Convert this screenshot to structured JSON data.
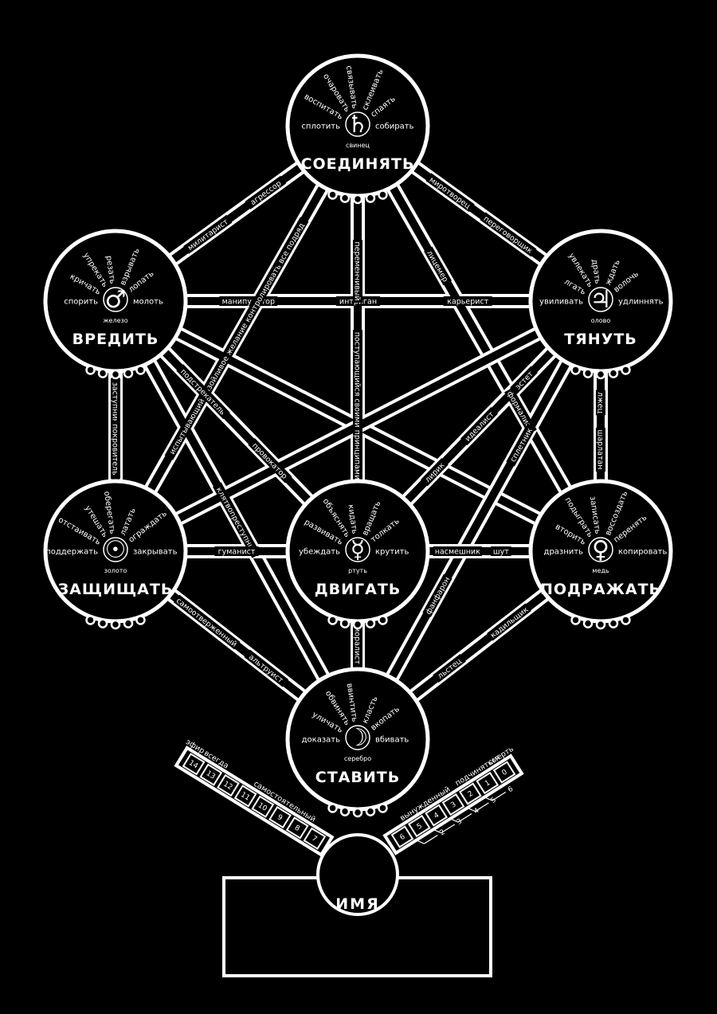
{
  "colors": {
    "background": "#000000",
    "line": "#ffffff",
    "text": "#ffffff"
  },
  "nodes": [
    {
      "id": "top",
      "title": "СОЕДИНЯТЬ",
      "metal": "свинец",
      "symbol": "♄",
      "verbs": [
        "сплотить",
        "воспитать",
        "очаровать",
        "связывать",
        "склеивать",
        "спаять",
        "собирать"
      ]
    },
    {
      "id": "left",
      "title": "ВРЕДИТЬ",
      "metal": "железо",
      "symbol": "♂",
      "verbs": [
        "спорить",
        "кричать",
        "упрекать",
        "резать",
        "взрывать",
        "лопать",
        "молоть"
      ]
    },
    {
      "id": "right",
      "title": "ТЯНУТЬ",
      "metal": "олово",
      "symbol": "♃",
      "verbs": [
        "увиливать",
        "лгать",
        "увлекать",
        "драть",
        "ждать",
        "волочь",
        "удлиннять"
      ]
    },
    {
      "id": "center",
      "title": "ДВИГАТЬ",
      "metal": "ртуть",
      "symbol": "☿",
      "verbs": [
        "убеждать",
        "развивать",
        "объяснять",
        "кидать",
        "вращать",
        "толкать",
        "крутить"
      ]
    },
    {
      "id": "lowleft",
      "title": "ЗАЩИЩАТЬ",
      "metal": "золото",
      "symbol": "☉",
      "verbs": [
        "поддержать",
        "отстаивать",
        "утешать",
        "оберегать",
        "латать",
        "ограждать",
        "закрывать"
      ]
    },
    {
      "id": "lowright",
      "title": "ПОДРАЖАТЬ",
      "metal": "медь",
      "symbol": "♀",
      "verbs": [
        "дразнить",
        "вторить",
        "подыграть",
        "записать",
        "воссоздать",
        "перенять",
        "копировать"
      ]
    },
    {
      "id": "bottom",
      "title": "СТАВИТЬ",
      "metal": "серебро",
      "symbol": "☽",
      "verbs": [
        "доказать",
        "уличать",
        "обвинять",
        "ввинтить",
        "класть",
        "вкопать",
        "вбивать"
      ]
    }
  ],
  "edges": [
    {
      "from": "top",
      "to": "left",
      "labels": [
        "агрессор",
        "милитарист"
      ]
    },
    {
      "from": "top",
      "to": "right",
      "labels": [
        "миротворец",
        "переговорщик"
      ]
    },
    {
      "from": "left",
      "to": "right",
      "labels": [
        "манипулятор",
        "интриган",
        "карьерист"
      ]
    },
    {
      "from": "top",
      "to": "center",
      "labels": [
        "переменчивый",
        "поступающийся своими принципами"
      ]
    },
    {
      "from": "top",
      "to": "lowleft",
      "labels": [
        "испытывающий назойливое желание контролировать все подряд"
      ]
    },
    {
      "from": "top",
      "to": "lowright",
      "labels": [
        "лицемер",
        "формалист"
      ]
    },
    {
      "from": "top",
      "to": "bottom",
      "labels": []
    },
    {
      "from": "left",
      "to": "lowleft",
      "labels": [
        "заступник",
        "покровитель"
      ]
    },
    {
      "from": "left",
      "to": "center",
      "labels": [
        "подстрекатель",
        "провокатор"
      ]
    },
    {
      "from": "left",
      "to": "bottom",
      "labels": [
        "клятвопреступник"
      ]
    },
    {
      "from": "left",
      "to": "lowright",
      "labels": []
    },
    {
      "from": "right",
      "to": "lowright",
      "labels": [
        "лжец",
        "шарлатан"
      ]
    },
    {
      "from": "right",
      "to": "center",
      "labels": [
        "эстет",
        "идеалист",
        "лирик"
      ]
    },
    {
      "from": "right",
      "to": "bottom",
      "labels": [
        "сплетник",
        "фанфарон"
      ]
    },
    {
      "from": "right",
      "to": "lowleft",
      "labels": []
    },
    {
      "from": "lowleft",
      "to": "center",
      "labels": [
        "гуманист"
      ]
    },
    {
      "from": "lowleft",
      "to": "bottom",
      "labels": [
        "самоотверженный",
        "альтруист"
      ]
    },
    {
      "from": "center",
      "to": "lowright",
      "labels": [
        "насмешник",
        "шут"
      ]
    },
    {
      "from": "center",
      "to": "bottom",
      "labels": [
        "моралист"
      ]
    },
    {
      "from": "lowright",
      "to": "bottom",
      "labels": [
        "кадильщик",
        "льстец"
      ]
    }
  ],
  "name_node": {
    "label": "ИМЯ"
  },
  "left_scale": {
    "cells": [
      "7",
      "8",
      "9",
      "10",
      "11",
      "12",
      "13",
      "14"
    ],
    "labels": [
      "эфир",
      "всегда",
      "самостоятельный"
    ]
  },
  "right_scale": {
    "cells": [
      "6",
      "5",
      "4",
      "3",
      "2",
      "1",
      "0"
    ],
    "labels": [
      "вынужденный",
      "подчиняться",
      "смерть"
    ],
    "ticks": [
      "2",
      "3",
      "4",
      "5",
      "6"
    ]
  }
}
